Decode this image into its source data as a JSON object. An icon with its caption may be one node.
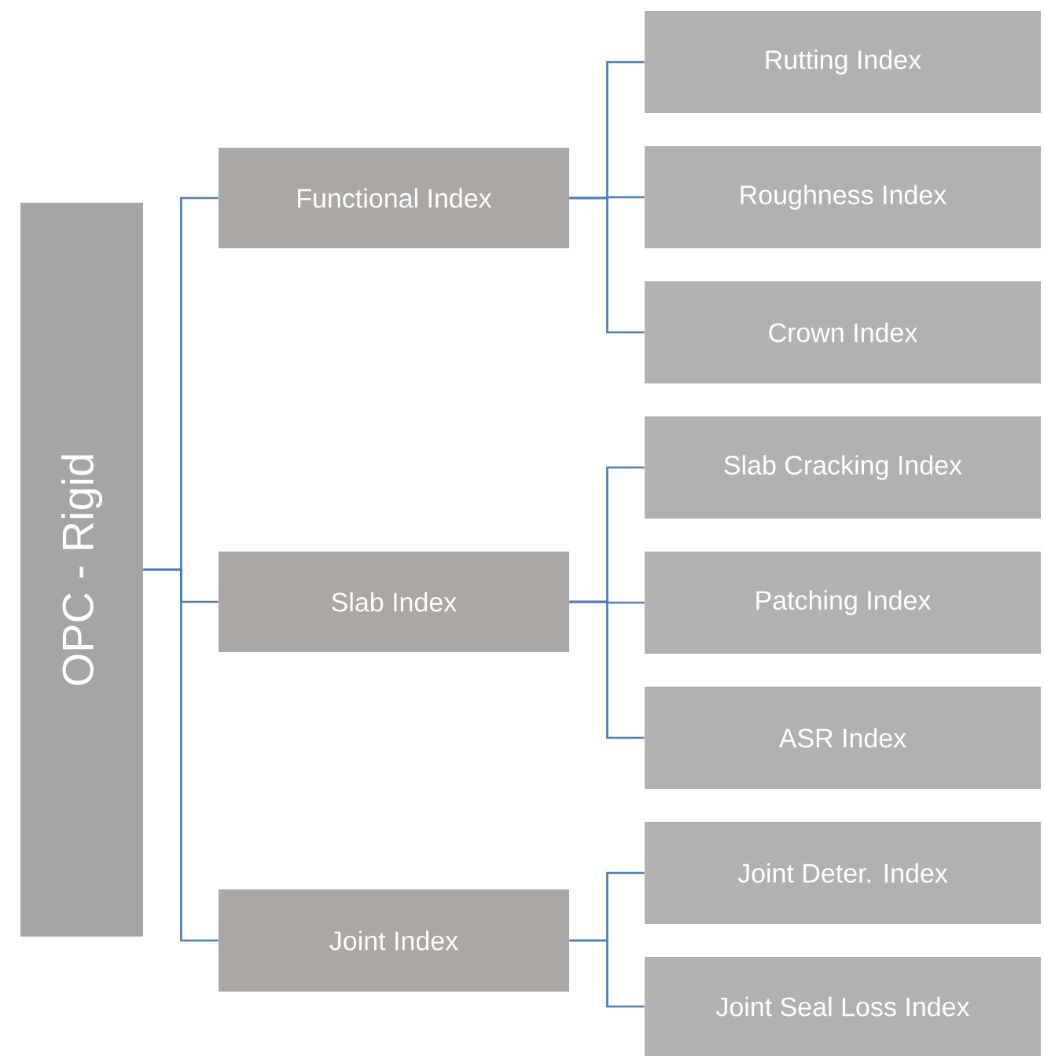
{
  "diagram": {
    "nodes": [
      {
        "text": [
          "OPC - Rigid"
        ]
      },
      {
        "text": [
          "Functional Index"
        ]
      },
      {
        "text": [
          "Rutting Index"
        ]
      },
      {
        "text": [
          "Roughness Index"
        ]
      },
      {
        "text": [
          "Crown Index"
        ]
      },
      {
        "text": [
          "Slab Index"
        ]
      },
      {
        "text": [
          "Slab Cracking Index"
        ]
      },
      {
        "text": [
          "Patching Index"
        ]
      },
      {
        "text": [
          "ASR Index"
        ]
      },
      {
        "text": [
          "Joint Index"
        ]
      },
      {
        "text": [
          "Joint Deter. Index"
        ]
      },
      {
        "text": [
          "Joint Seal Loss Index"
        ]
      }
    ],
    "edges": [
      {
        "from": 0,
        "to": 1,
        "arrow": "none"
      },
      {
        "from": 0,
        "to": 5,
        "arrow": "none"
      },
      {
        "from": 0,
        "to": 9,
        "arrow": "none"
      },
      {
        "from": 1,
        "to": 2,
        "arrow": "none"
      },
      {
        "from": 1,
        "to": 3,
        "arrow": "none"
      },
      {
        "from": 1,
        "to": 4,
        "arrow": "none"
      },
      {
        "from": 5,
        "to": 6,
        "arrow": "none"
      },
      {
        "from": 5,
        "to": 7,
        "arrow": "none"
      },
      {
        "from": 5,
        "to": 8,
        "arrow": "none"
      },
      {
        "from": 9,
        "to": 10,
        "arrow": "none"
      },
      {
        "from": 9,
        "to": 11,
        "arrow": "none"
      }
    ]
  }
}
